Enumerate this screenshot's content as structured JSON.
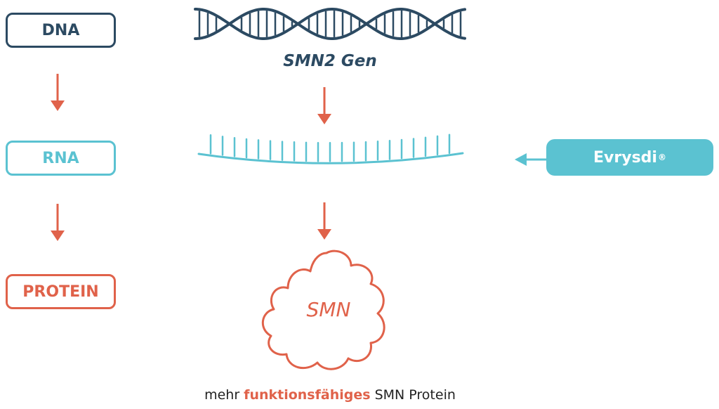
{
  "boxes": {
    "dna": "DNA",
    "rna": "RNA",
    "protein": "PROTEIN"
  },
  "gene_label": "SMN2 Gen",
  "drug": {
    "name": "Evrysdi",
    "mark": "®"
  },
  "protein_label": "SMN",
  "caption": {
    "prefix": "mehr ",
    "highlight": "funktionsfähiges",
    "suffix": " SMN Protein"
  },
  "colors": {
    "dna": "#2c4a62",
    "rna": "#5bc2d1",
    "protein": "#e0624a",
    "text": "#222222"
  }
}
